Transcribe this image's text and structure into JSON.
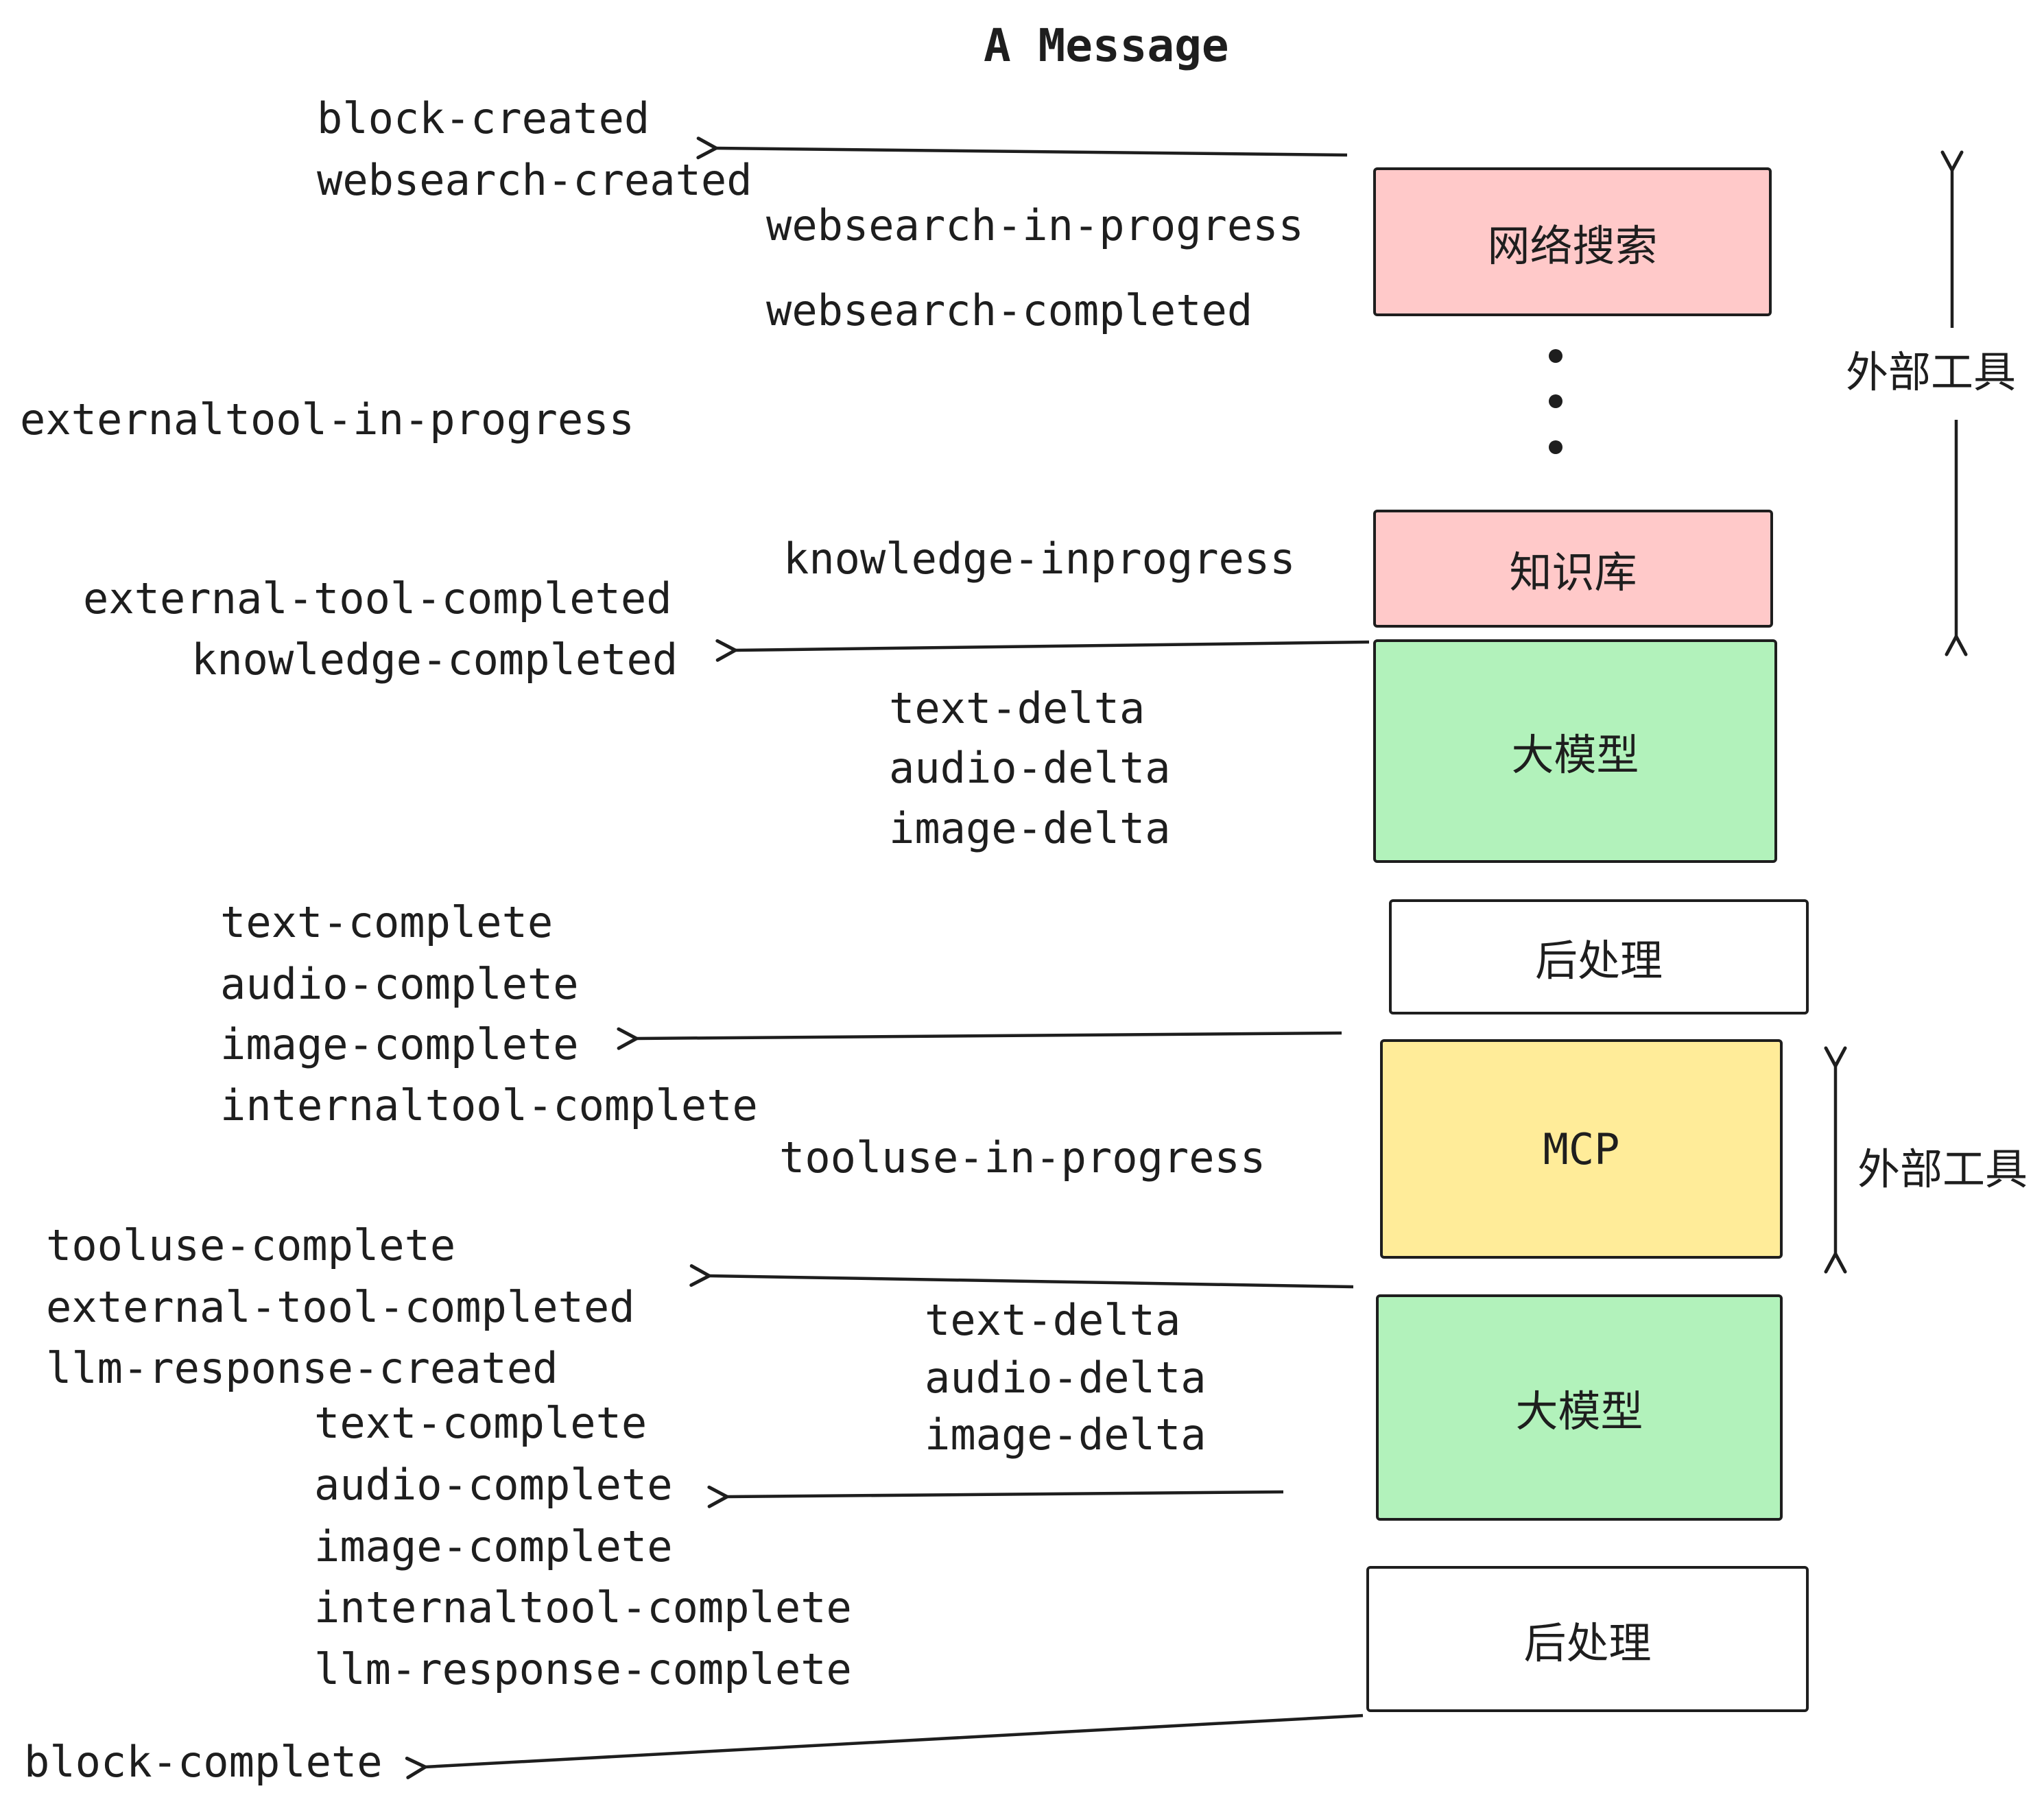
{
  "title": "A Message",
  "nodes": {
    "websearch": "网络搜索",
    "knowledge": "知识库",
    "llm1": "大模型",
    "post1": "后处理",
    "mcp": "MCP",
    "llm2": "大模型",
    "post2": "后处理"
  },
  "side_labels": {
    "external_tools_top": "外部工具",
    "external_tools_mid": "外部工具"
  },
  "events": {
    "block_created": "block-created",
    "websearch_created": "websearch-created",
    "websearch_in_progress": "websearch-in-progress",
    "websearch_completed": "websearch-completed",
    "externaltool_in_progress": "externaltool-in-progress",
    "knowledge_inprogress": "knowledge-inprogress",
    "external_tool_completed": "external-tool-completed",
    "knowledge_completed": "knowledge-completed",
    "text_delta": "text-delta",
    "audio_delta": "audio-delta",
    "image_delta": "image-delta",
    "text_complete": "text-complete",
    "audio_complete": "audio-complete",
    "image_complete": "image-complete",
    "internaltool_complete": "internaltool-complete",
    "tooluse_in_progress": "tooluse-in-progress",
    "tooluse_complete": "tooluse-complete",
    "llm_response_created": "llm-response-created",
    "llm_response_complete": "llm-response-complete",
    "block_complete": "block-complete"
  },
  "colors": {
    "pink_fill": "#ffc9c9",
    "green_fill": "#b2f2bb",
    "yellow_fill": "#ffec99",
    "white_fill": "#ffffff",
    "ink": "#1e1e1e"
  }
}
